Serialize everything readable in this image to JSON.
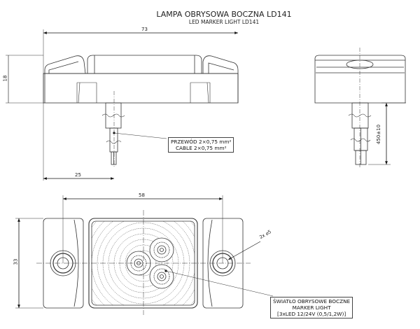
{
  "title": "LAMPA OBRYSOWA BOCZNA LD141",
  "subtitle": "LED MARKER LIGHT LD141",
  "dimensions": {
    "overall_length": "73",
    "height": "18",
    "cable_offset": "25",
    "hole_spacing": "58",
    "width": "33",
    "cable_length": "450±10",
    "hole_diameter": "2x ⌀5"
  },
  "callouts": {
    "cable": [
      "PRZEWÓD 2×0,75 mm²",
      "CABLE 2×0,75 mm²"
    ],
    "light": [
      "ŚWIATŁO OBRYSOWE BOCZNE",
      "MARKER LIGHT",
      "[3xLED 12/24V (0,5/1,2W)]"
    ]
  }
}
